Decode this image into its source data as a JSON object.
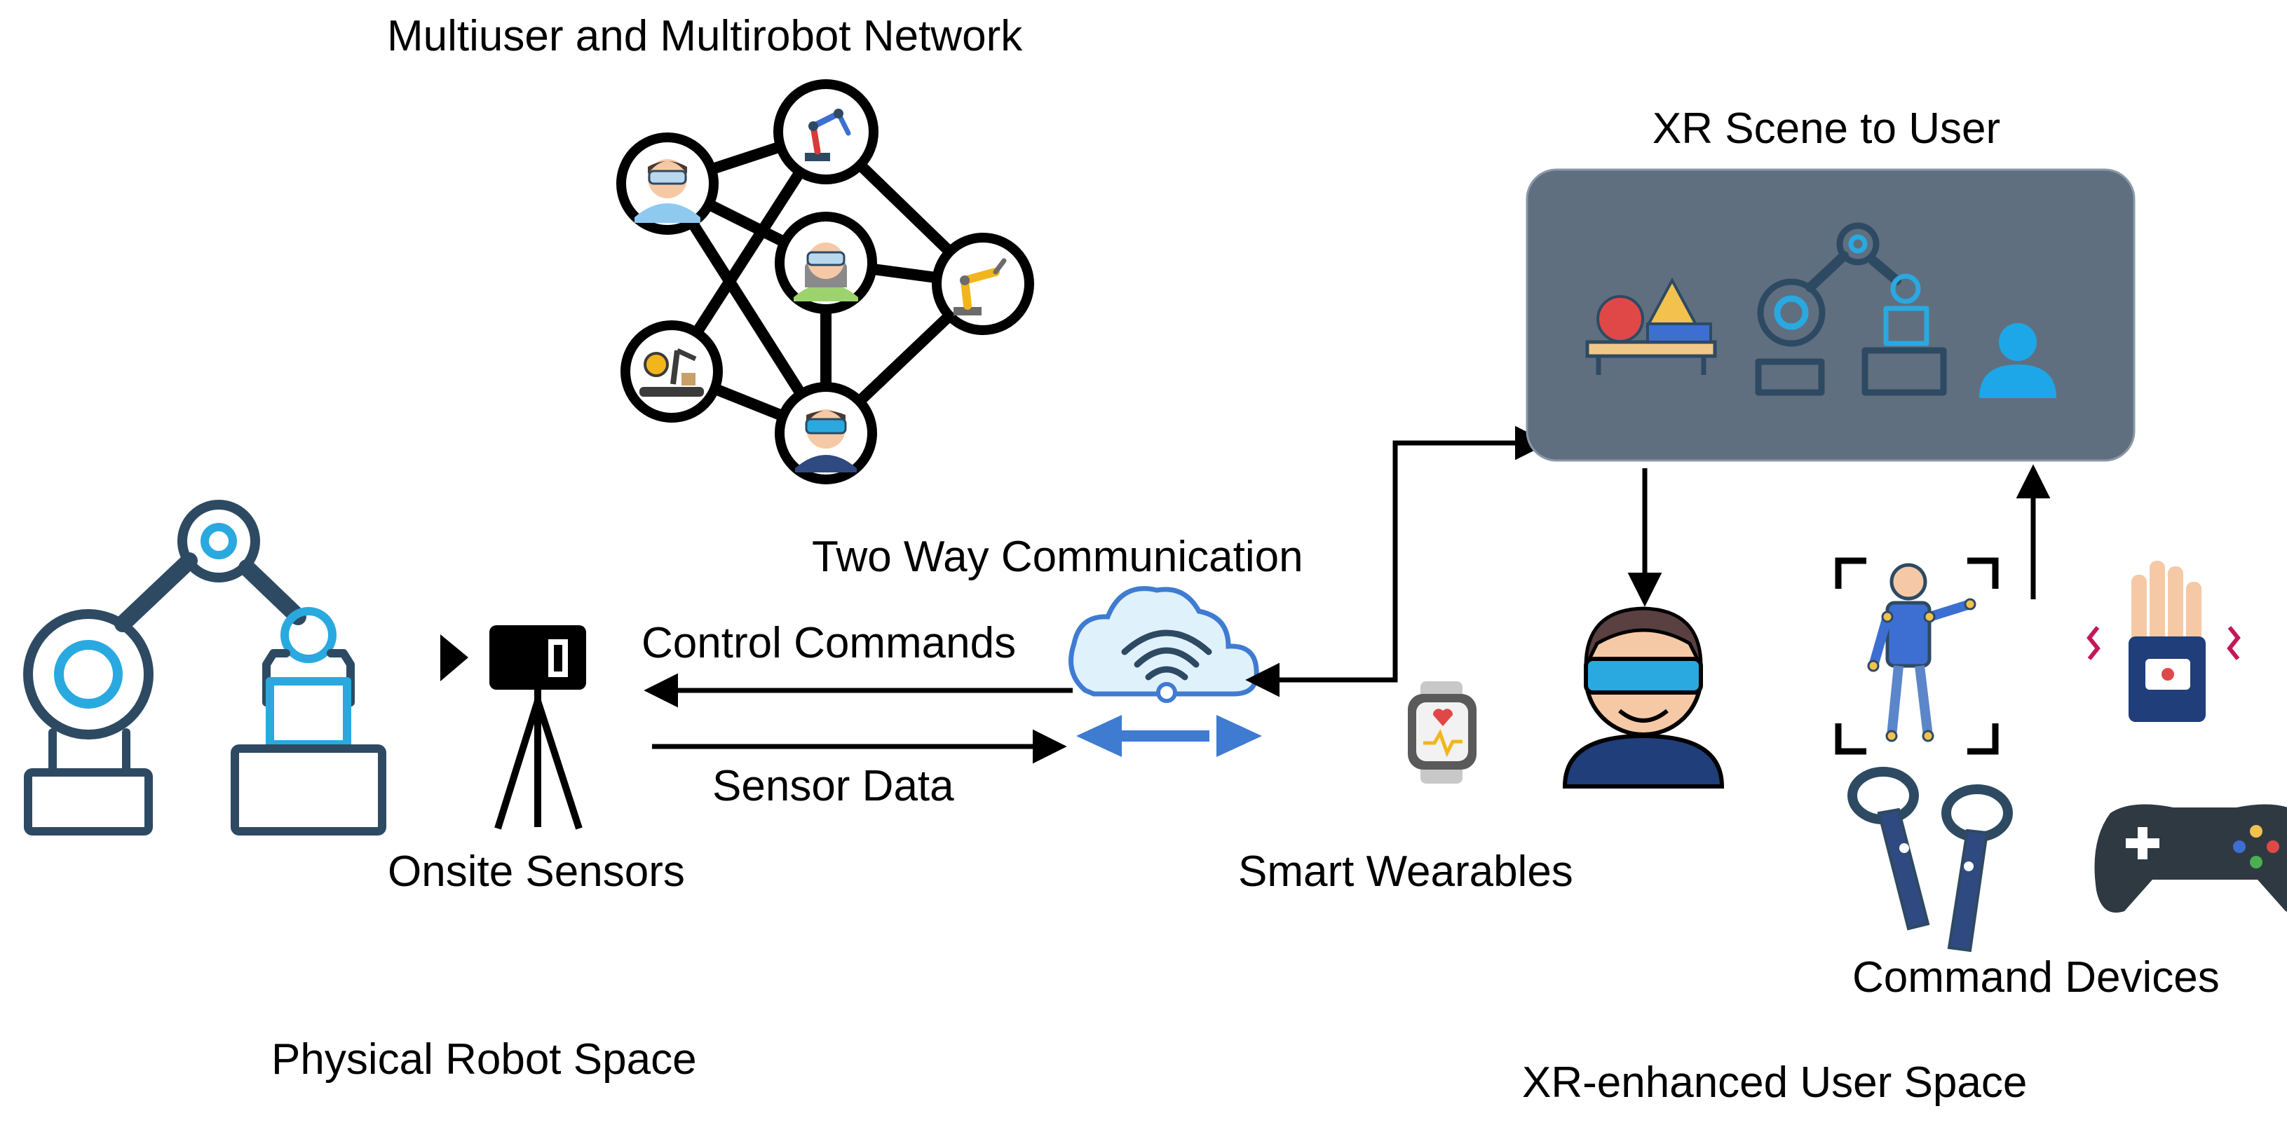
{
  "labels": {
    "network_title": "Multiuser and Multirobot Network",
    "xr_scene_title": "XR Scene to User",
    "two_way": "Two Way Communication",
    "control_commands": "Control Commands",
    "sensor_data": "Sensor Data",
    "onsite_sensors": "Onsite Sensors",
    "smart_wearables": "Smart Wearables",
    "command_devices": "Command Devices",
    "physical_space": "Physical Robot Space",
    "xr_user_space": "XR-enhanced User Space"
  },
  "icons": {
    "network_nodes": [
      "vr-user-icon",
      "robot-arm-icon",
      "vr-user-icon",
      "robot-arm-icon",
      "factory-robot-icon",
      "vr-user-icon"
    ],
    "scene": [
      "objects-table-icon",
      "robot-arm-icon",
      "user-icon"
    ],
    "wearables": [
      "smartwatch-icon",
      "vr-headset-user-icon"
    ],
    "command_devices": [
      "motion-capture-icon",
      "haptic-glove-icon",
      "vr-controllers-icon",
      "gamepad-icon"
    ]
  },
  "colors": {
    "scene_panel": "#5f6f80",
    "robot_outline": "#2e4a63",
    "robot_accent": "#29a9e0",
    "comm_arrow": "#3f7bd1",
    "cloud_fill": "#dff1fb",
    "user_icon": "#1ea7e8"
  }
}
